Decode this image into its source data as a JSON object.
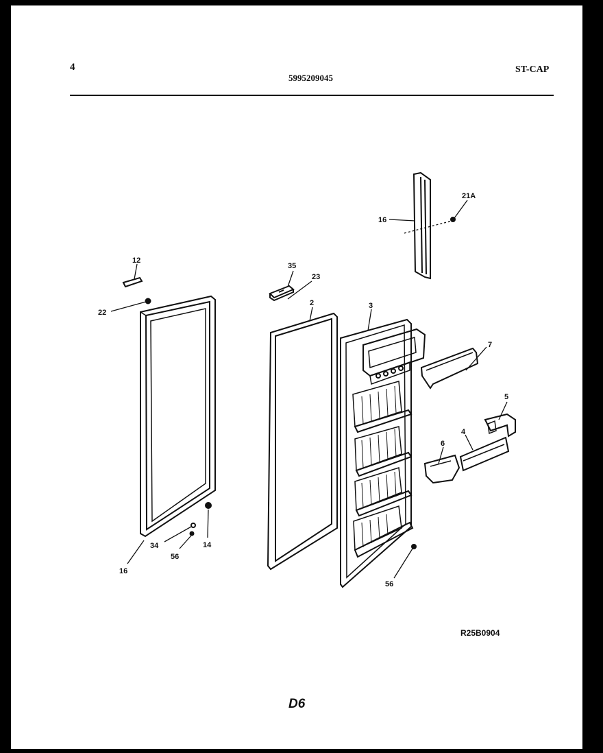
{
  "header": {
    "page_number": "4",
    "part_number": "5995209045",
    "model": "ST-CAP"
  },
  "callouts": {
    "c12": "12",
    "c22": "22",
    "c16a": "16",
    "c34": "34",
    "c56a": "56",
    "c14": "14",
    "c35": "35",
    "c23": "23",
    "c2": "2",
    "c3": "3",
    "c7": "7",
    "c5": "5",
    "c4": "4",
    "c6": "6",
    "c56b": "56",
    "c16b": "16",
    "c21a": "21A"
  },
  "footer": {
    "reference": "R25B0904",
    "page_code": "D6"
  }
}
